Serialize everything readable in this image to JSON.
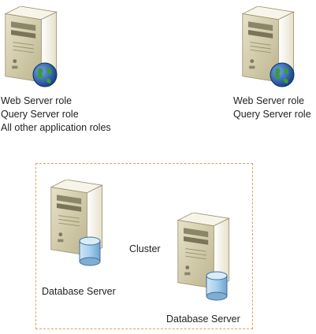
{
  "servers": {
    "app_server_1": {
      "roles": [
        "Web Server role",
        "Query Server role",
        "All other application roles"
      ],
      "badge_icon": "globe-icon"
    },
    "app_server_2": {
      "roles": [
        "Web Server role",
        "Query Server role"
      ],
      "badge_icon": "globe-icon"
    },
    "db_server_1": {
      "label": "Database Server",
      "badge_icon": "database-cylinder-icon"
    },
    "db_server_2": {
      "label": "Database Server",
      "badge_icon": "database-cylinder-icon"
    }
  },
  "cluster": {
    "label": "Cluster"
  },
  "colors": {
    "cluster_border": "#f39a4e",
    "server_front": "#d8d2b2",
    "server_side": "#f4f1e4",
    "globe_blue": "#1f5fb0",
    "globe_green": "#3a9b3a",
    "cylinder_blue": "#9cc7e8"
  }
}
